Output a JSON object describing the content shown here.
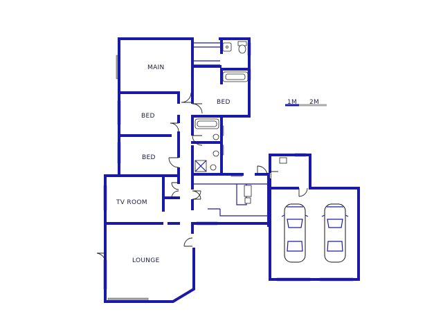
{
  "rooms": {
    "main": "MAIN",
    "bed_1": "BED",
    "bed_2": "BED",
    "bed_3": "BED",
    "tv_room": "TV ROOM",
    "lounge": "LOUNGE"
  },
  "scale": {
    "one_m": "1M",
    "two_m": "2M"
  },
  "colors": {
    "wall": "#1a1aa6",
    "window": "#a8a8a8",
    "background": "#ffffff"
  }
}
